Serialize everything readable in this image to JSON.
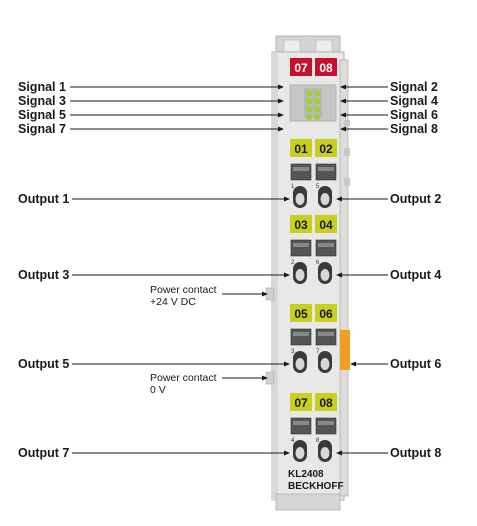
{
  "left_labels": {
    "signal_1": "Signal 1",
    "signal_3": "Signal 3",
    "signal_5": "Signal 5",
    "signal_7": "Signal 7",
    "output_1": "Output 1",
    "output_3": "Output 3",
    "output_5": "Output 5",
    "output_7": "Output 7",
    "power_contact_24v_line1": "Power contact",
    "power_contact_24v_line2": "+24 V DC",
    "power_contact_0v_line1": "Power contact",
    "power_contact_0v_line2": "0 V"
  },
  "right_labels": {
    "signal_2": "Signal 2",
    "signal_4": "Signal 4",
    "signal_6": "Signal 6",
    "signal_8": "Signal 8",
    "output_2": "Output 2",
    "output_4": "Output 4",
    "output_6": "Output 6",
    "output_8": "Output 8"
  },
  "terminal": {
    "top_tags": [
      "07",
      "08"
    ],
    "output_tags": [
      [
        "01",
        "02"
      ],
      [
        "03",
        "04"
      ],
      [
        "05",
        "06"
      ],
      [
        "07",
        "08"
      ]
    ],
    "contact_numbers": [
      [
        "1",
        "5"
      ],
      [
        "2",
        "6"
      ],
      [
        "3",
        "7"
      ],
      [
        "4",
        "8"
      ]
    ],
    "model": "KL2408",
    "brand": "BECKHOFF"
  },
  "colors": {
    "red_tag": "#c8102e",
    "yellow_tag": "#c8cf1e",
    "led_green": "#9ccf2a",
    "orange_tab": "#f0a020",
    "housing": "#e8e8e6"
  }
}
